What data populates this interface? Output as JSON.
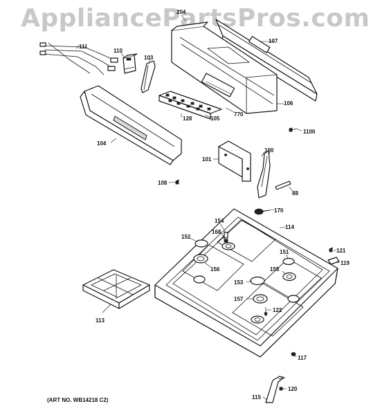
{
  "watermark": "AppliancePartsPros.com",
  "art_number": "(ART NO. WB14218 C2)",
  "callouts": {
    "p204": "204",
    "p107": "107",
    "p111": "111",
    "p110": "110",
    "p103": "103",
    "p106": "106",
    "p770": "770",
    "p128": "128",
    "p105": "105",
    "p104": "104",
    "p1100": "1100",
    "p100": "100",
    "p101": "101",
    "p108": "108",
    "p88": "88",
    "p170": "170",
    "p154": "154",
    "p114": "114",
    "p168": "168",
    "p152": "152",
    "p151": "151",
    "p121": "121",
    "p156": "156",
    "p155": "155",
    "p119": "119",
    "p153": "153",
    "p157": "157",
    "p122": "122",
    "p113": "113",
    "p117": "117",
    "p120": "120",
    "p115": "115"
  }
}
